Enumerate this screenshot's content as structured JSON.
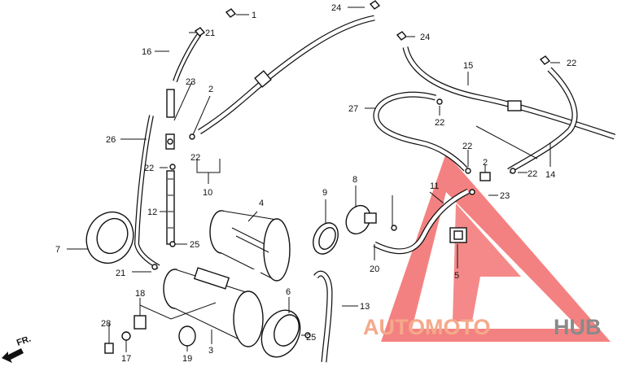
{
  "diagram": {
    "direction_label": "FR.",
    "watermark": {
      "part1": "AUTOMOTO",
      "part2": "HUB",
      "color1": "#f5a98a",
      "color2": "#8a8a8a",
      "triangle_color": "#ef3b3b"
    },
    "callouts": [
      {
        "id": "c1",
        "text": "1"
      },
      {
        "id": "c2a",
        "text": "2"
      },
      {
        "id": "c2b",
        "text": "2"
      },
      {
        "id": "c3",
        "text": "3"
      },
      {
        "id": "c4",
        "text": "4"
      },
      {
        "id": "c5",
        "text": "5"
      },
      {
        "id": "c6",
        "text": "6"
      },
      {
        "id": "c7",
        "text": "7"
      },
      {
        "id": "c8",
        "text": "8"
      },
      {
        "id": "c9",
        "text": "9"
      },
      {
        "id": "c10",
        "text": "10"
      },
      {
        "id": "c11",
        "text": "11"
      },
      {
        "id": "c12",
        "text": "12"
      },
      {
        "id": "c13",
        "text": "13"
      },
      {
        "id": "c14",
        "text": "14"
      },
      {
        "id": "c15",
        "text": "15"
      },
      {
        "id": "c16",
        "text": "16"
      },
      {
        "id": "c17",
        "text": "17"
      },
      {
        "id": "c18",
        "text": "18"
      },
      {
        "id": "c19",
        "text": "19"
      },
      {
        "id": "c20",
        "text": "20"
      },
      {
        "id": "c21a",
        "text": "21"
      },
      {
        "id": "c21b",
        "text": "21"
      },
      {
        "id": "c22a",
        "text": "22"
      },
      {
        "id": "c22b",
        "text": "22"
      },
      {
        "id": "c22c",
        "text": "22"
      },
      {
        "id": "c22d",
        "text": "22"
      },
      {
        "id": "c22e",
        "text": "22"
      },
      {
        "id": "c22f",
        "text": "22"
      },
      {
        "id": "c23a",
        "text": "23"
      },
      {
        "id": "c23b",
        "text": "23"
      },
      {
        "id": "c24a",
        "text": "24"
      },
      {
        "id": "c24b",
        "text": "24"
      },
      {
        "id": "c25a",
        "text": "25"
      },
      {
        "id": "c25b",
        "text": "25"
      },
      {
        "id": "c26",
        "text": "26"
      },
      {
        "id": "c27",
        "text": "27"
      },
      {
        "id": "c28",
        "text": "28"
      }
    ]
  }
}
